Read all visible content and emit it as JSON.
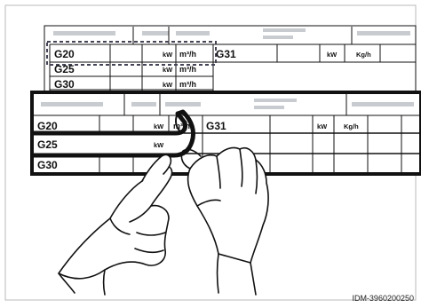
{
  "image_code": "IDM-3960200250",
  "back_plate": {
    "rows": [
      {
        "gas": "G20",
        "kw": "kW",
        "flow": "m³/h"
      },
      {
        "gas": "G25",
        "kw": "kW",
        "flow": "m³/h"
      },
      {
        "gas": "G30",
        "kw": "kW",
        "flow": "m³/h"
      }
    ],
    "right": {
      "gas": "G31",
      "kw": "kW",
      "flow": "Kg/h"
    }
  },
  "front_sticker": {
    "rows": [
      {
        "gas": "G20",
        "kw": "kW",
        "flow": "m³/h"
      },
      {
        "gas": "G25",
        "kw": "kW"
      },
      {
        "gas": "G30"
      }
    ],
    "right": {
      "gas": "G31",
      "kw": "kW",
      "flow": "Kg/h"
    }
  },
  "colors": {
    "ink": "#111111",
    "blank_bar": "#c8ccd0",
    "background": "#ffffff"
  }
}
